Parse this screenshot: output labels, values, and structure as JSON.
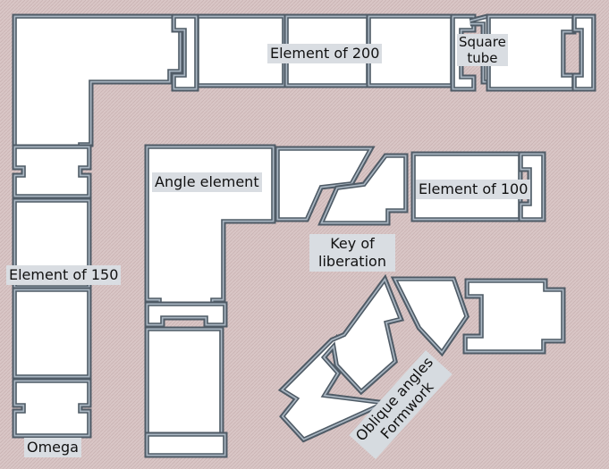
{
  "diagram": {
    "background_color": "#d9c6c6",
    "profile_outer_color": "#4f5b66",
    "profile_fill_color": "#a9b6c2",
    "profile_inner_color": "#ffffff"
  },
  "labels": {
    "element_200": "Element of 200",
    "square_tube": "Square\ntube",
    "angle_element": "Angle element",
    "element_100": "Element of 100",
    "key_of_liberation": "Key of\nliberation",
    "element_150": "Element of 150",
    "omega": "Omega",
    "oblique_angles_formwork": "Oblique angles\nFormwork"
  }
}
